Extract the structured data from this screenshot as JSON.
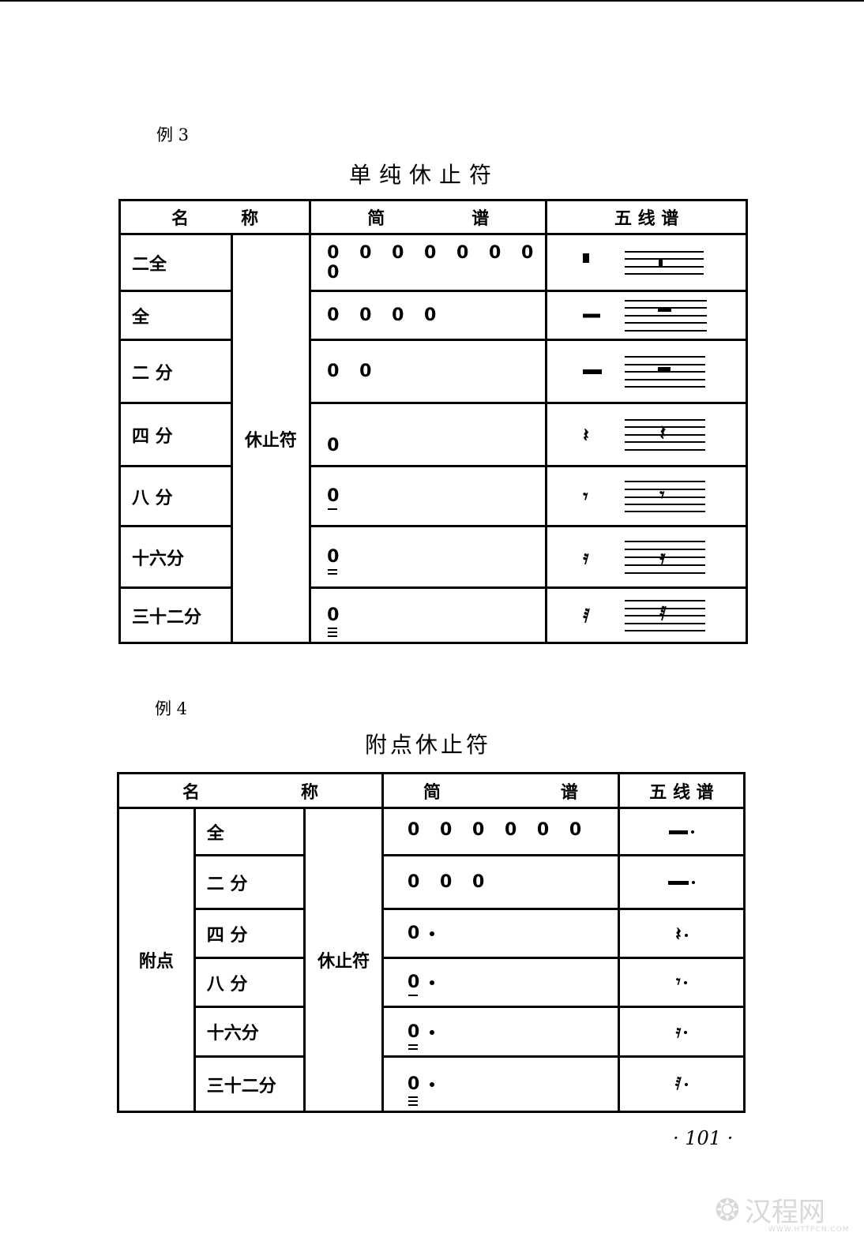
{
  "example3": {
    "label": "例 3",
    "title": "单纯休止符",
    "headers": {
      "name": "名　　　称",
      "jianpu": "简　　　　　谱",
      "staff": "五 线 谱"
    },
    "category": "休止符",
    "rows": [
      {
        "name": "二全",
        "jianpu": "0 0 0 0 0 0 0 0",
        "underlines": 0,
        "staff_symbol": "breve-rest"
      },
      {
        "name": "全",
        "jianpu": "0 0 0 0",
        "underlines": 0,
        "staff_symbol": "whole-rest"
      },
      {
        "name": "二 分",
        "jianpu": "0 0",
        "underlines": 0,
        "staff_symbol": "half-rest"
      },
      {
        "name": "四 分",
        "jianpu": "0",
        "underlines": 0,
        "staff_symbol": "quarter-rest"
      },
      {
        "name": "八 分",
        "jianpu": "0",
        "underlines": 1,
        "staff_symbol": "eighth-rest"
      },
      {
        "name": "十六分",
        "jianpu": "0",
        "underlines": 2,
        "staff_symbol": "sixteenth-rest"
      },
      {
        "name": "三十二分",
        "jianpu": "0",
        "underlines": 3,
        "staff_symbol": "thirty-second-rest"
      }
    ]
  },
  "example4": {
    "label": "例 4",
    "title": "附点休止符",
    "headers": {
      "name_left": "名",
      "name_right": "称",
      "jianpu_left": "简",
      "jianpu_right": "谱",
      "staff": "五 线 谱"
    },
    "group": "附点",
    "category": "休止符",
    "rows": [
      {
        "name": "全",
        "jianpu": "0 0 0 0 0 0",
        "underlines": 0,
        "dotted": false,
        "staff_symbol": "dotted-whole-rest"
      },
      {
        "name": "二 分",
        "jianpu": "0 0 0",
        "underlines": 0,
        "dotted": false,
        "staff_symbol": "dotted-half-rest"
      },
      {
        "name": "四 分",
        "jianpu": "0",
        "underlines": 0,
        "dotted": true,
        "staff_symbol": "dotted-quarter-rest"
      },
      {
        "name": "八 分",
        "jianpu": "0",
        "underlines": 1,
        "dotted": true,
        "staff_symbol": "dotted-eighth-rest"
      },
      {
        "name": "十六分",
        "jianpu": "0",
        "underlines": 2,
        "dotted": true,
        "staff_symbol": "dotted-sixteenth-rest"
      },
      {
        "name": "三十二分",
        "jianpu": "0",
        "underlines": 3,
        "dotted": true,
        "staff_symbol": "dotted-thirty-second-rest"
      }
    ]
  },
  "page_number": "· 101 ·",
  "watermark": {
    "brand": "汉程网",
    "url": "WWW.HTTPCN.COM"
  }
}
